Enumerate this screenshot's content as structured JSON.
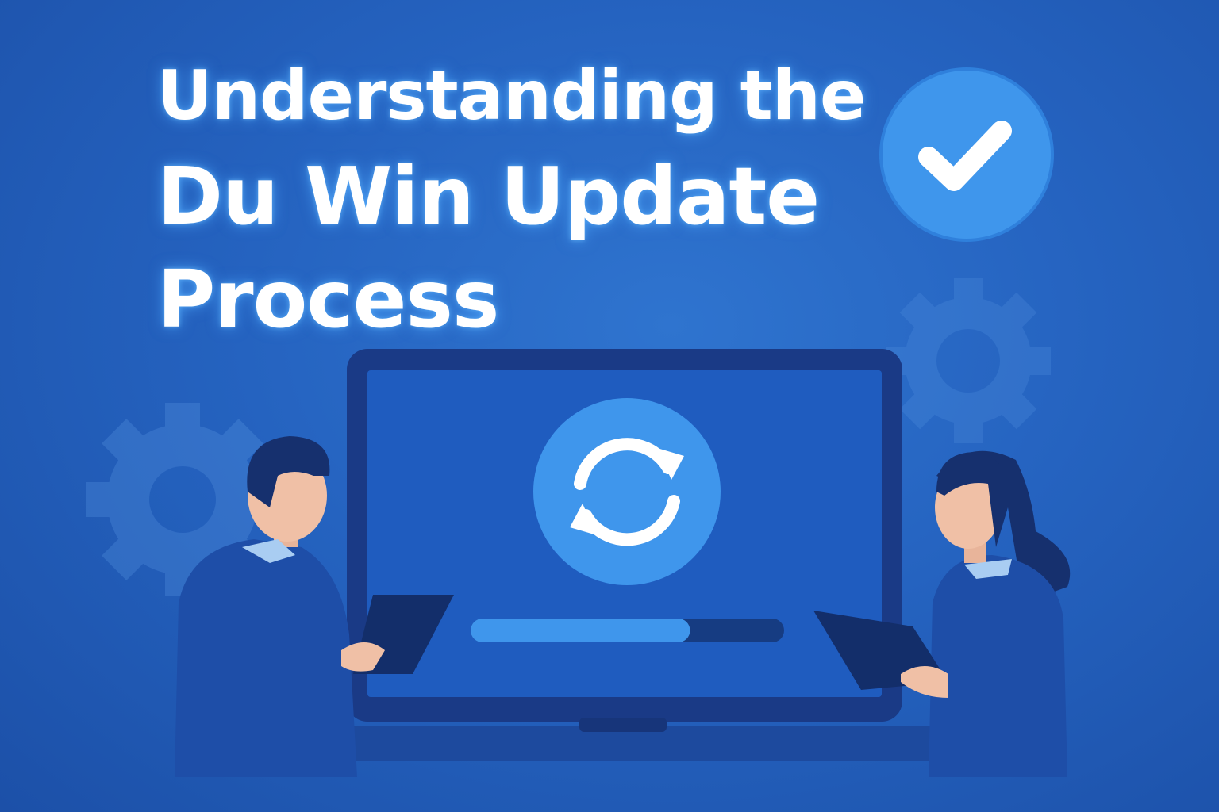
{
  "title": {
    "line1": "Understanding the",
    "line2": "Du Win Update",
    "line3": "Process"
  },
  "icons": {
    "badge": "checkmark-icon",
    "screen": "sync-icon",
    "background": "gear-icon"
  },
  "progress": {
    "fraction": 0.7
  },
  "colors": {
    "background": "#2563c0",
    "accent": "#3f96ec",
    "laptop_frame": "#1a3a86",
    "text": "#ffffff"
  }
}
